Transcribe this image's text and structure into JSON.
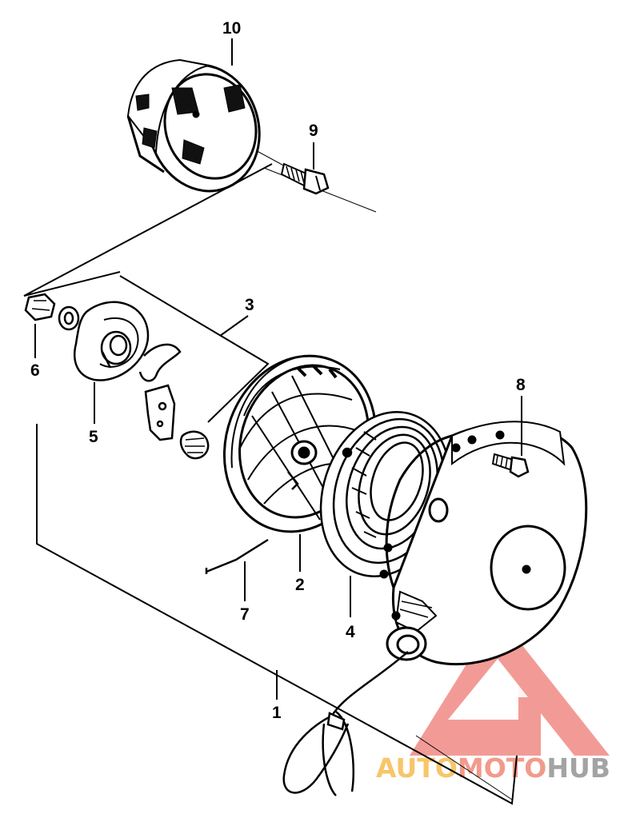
{
  "callouts": [
    {
      "id": "1",
      "label": "1"
    },
    {
      "id": "2",
      "label": "2"
    },
    {
      "id": "3",
      "label": "3"
    },
    {
      "id": "4",
      "label": "4"
    },
    {
      "id": "5",
      "label": "5"
    },
    {
      "id": "6",
      "label": "6"
    },
    {
      "id": "7",
      "label": "7"
    },
    {
      "id": "8",
      "label": "8"
    },
    {
      "id": "9",
      "label": "9"
    },
    {
      "id": "10",
      "label": "10"
    }
  ],
  "watermark": {
    "part1": "AUTO",
    "part2": "MOTO",
    "part3": "HUB",
    "color_light": "#f7c66a",
    "color_pink": "#f29a8c",
    "color_grey": "#a3a3a3",
    "triangle_color": "#f08a84"
  }
}
